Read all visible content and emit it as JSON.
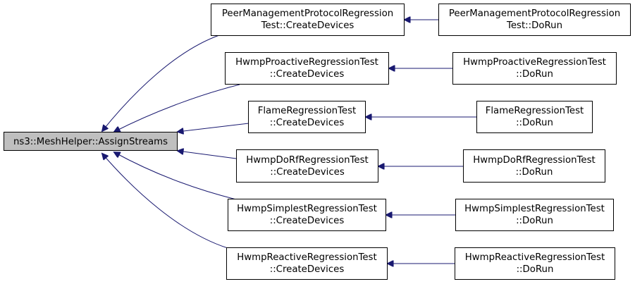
{
  "colors": {
    "edge": "#191970",
    "node_fill": "#ffffff",
    "root_fill": "#bfbfbf",
    "node_border": "#000000"
  },
  "root": {
    "label": "ns3::MeshHelper::AssignStreams"
  },
  "rows": [
    {
      "create_devices": [
        "PeerManagementProtocolRegression",
        "Test::CreateDevices"
      ],
      "do_run": [
        "PeerManagementProtocolRegression",
        "Test::DoRun"
      ]
    },
    {
      "create_devices": [
        "HwmpProactiveRegressionTest",
        "::CreateDevices"
      ],
      "do_run": [
        "HwmpProactiveRegressionTest",
        "::DoRun"
      ]
    },
    {
      "create_devices": [
        "FlameRegressionTest",
        "::CreateDevices"
      ],
      "do_run": [
        "FlameRegressionTest",
        "::DoRun"
      ]
    },
    {
      "create_devices": [
        "HwmpDoRfRegressionTest",
        "::CreateDevices"
      ],
      "do_run": [
        "HwmpDoRfRegressionTest",
        "::DoRun"
      ]
    },
    {
      "create_devices": [
        "HwmpSimplestRegressionTest",
        "::CreateDevices"
      ],
      "do_run": [
        "HwmpSimplestRegressionTest",
        "::DoRun"
      ]
    },
    {
      "create_devices": [
        "HwmpReactiveRegressionTest",
        "::CreateDevices"
      ],
      "do_run": [
        "HwmpReactiveRegressionTest",
        "::DoRun"
      ]
    }
  ]
}
